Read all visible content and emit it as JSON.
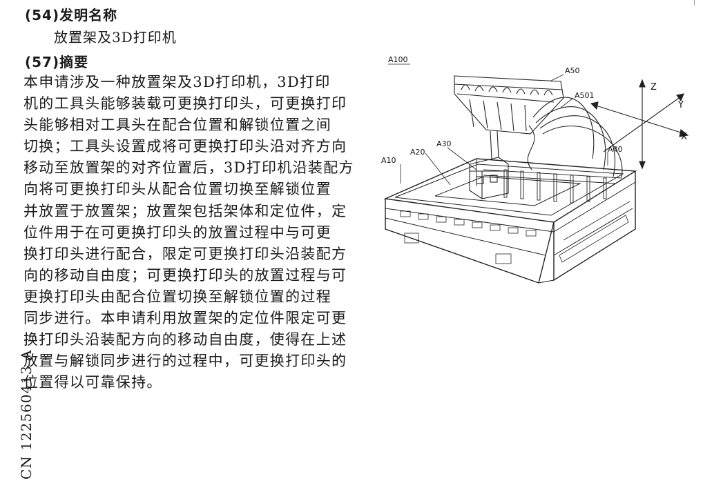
{
  "heading_54": "(54)发明名称",
  "title": "放置架及3D打印机",
  "heading_57": "(57)摘要",
  "abstract_lines": [
    "    本申请涉及一种放置架及3D打印机，3D打印",
    "机的工具头能够装载可更换打印头，可更换打印",
    "头能够相对工具头在配合位置和解锁位置之间",
    "切换；工具头设置成将可更换打印头沿对齐方向",
    "移动至放置架的对齐位置后，3D打印机沿装配方",
    "向将可更换打印头从配合位置切换至解锁位置",
    "并放置于放置架；放置架包括架体和定位件，定",
    "位件用于在可更换打印头的放置过程中与可更",
    "换打印头进行配合，限定可更换打印头沿装配方",
    "向的移动自由度；可更换打印头的放置过程与可",
    "更换打印头由配合位置切换至解锁位置的过程",
    "同步进行。本申请利用放置架的定位件限定可更",
    "换打印头沿装配方向的移动自由度，使得在上述",
    "放置与解锁同步进行的过程中，可更换打印头的",
    "位置得以可靠保持。"
  ],
  "publication_number": "CN 122560413 A",
  "figure": {
    "labels": {
      "a100": "A100",
      "a50": "A50",
      "a501": "A501",
      "a40": "A40",
      "a30": "A30",
      "a20": "A20",
      "a10": "A10"
    },
    "axes": {
      "z": "Z",
      "y": "Y",
      "x": "X"
    }
  }
}
